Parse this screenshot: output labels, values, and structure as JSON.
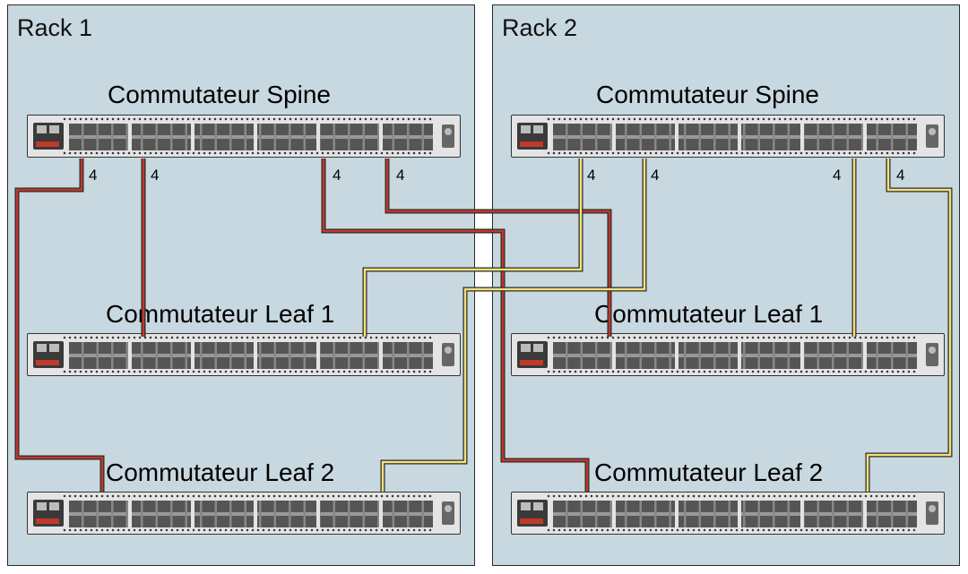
{
  "racks": [
    {
      "title": "Rack 1",
      "switches": {
        "spine": "Commutateur Spine",
        "leaf1": "Commutateur Leaf 1",
        "leaf2": "Commutateur Leaf 2"
      },
      "link_counts": [
        "4",
        "4",
        "4",
        "4"
      ]
    },
    {
      "title": "Rack 2",
      "switches": {
        "spine": "Commutateur Spine",
        "leaf1": "Commutateur Leaf 1",
        "leaf2": "Commutateur Leaf 2"
      },
      "link_counts": [
        "4",
        "4",
        "4",
        "4"
      ]
    }
  ],
  "colors": {
    "rack_background": "#c8d8e0",
    "cable_red": "#c0392b",
    "cable_yellow": "#f3e27a",
    "cable_outline": "#2a2a2a"
  }
}
